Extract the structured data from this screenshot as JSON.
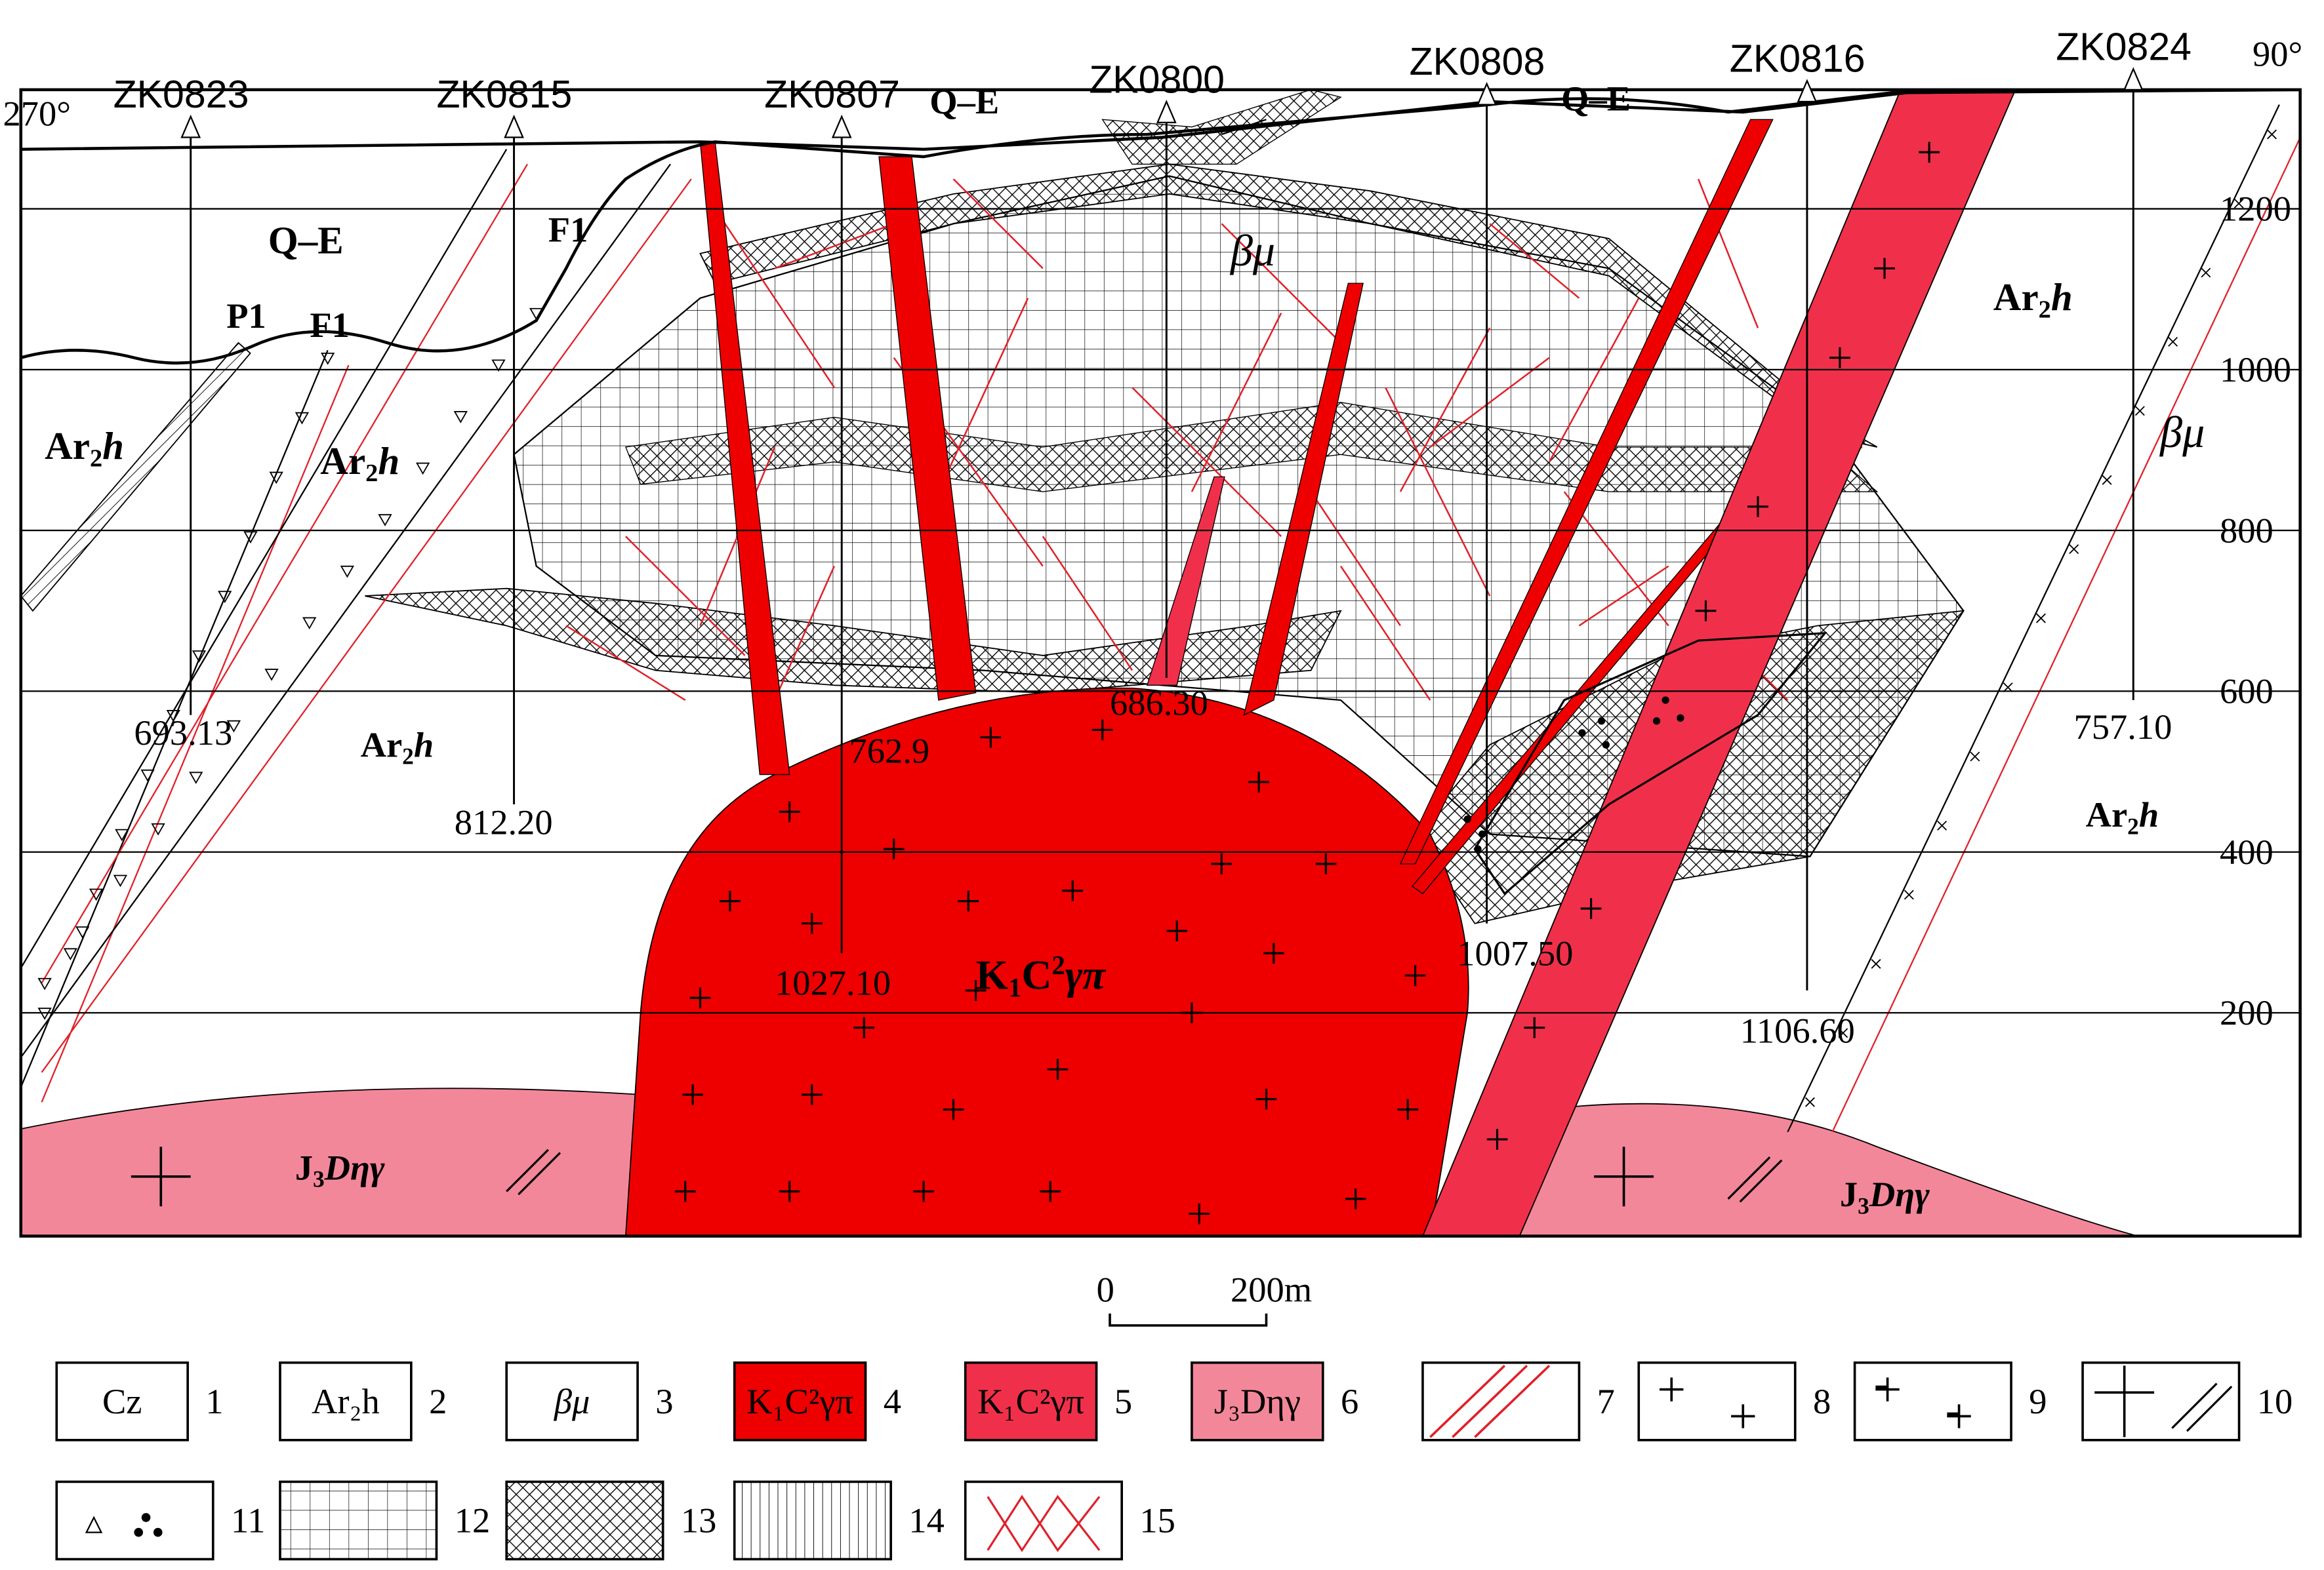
{
  "section": {
    "azimuth_left": "270°",
    "azimuth_right": "90°",
    "boreholes": [
      {
        "id": "ZK0823",
        "depth": "693.13"
      },
      {
        "id": "ZK0815",
        "depth": "812.20"
      },
      {
        "id": "ZK0807",
        "depth": "1027.10"
      },
      {
        "id": "ZK0800",
        "depth": "686.30"
      },
      {
        "id": "ZK0808",
        "depth": "1007.50"
      },
      {
        "id": "ZK0816",
        "depth": "1106.60"
      },
      {
        "id": "ZK0824",
        "depth": "757.10"
      }
    ],
    "extra_depth": "762.9",
    "elevations": [
      "1200",
      "1000",
      "800",
      "600",
      "400",
      "200"
    ],
    "unit_labels": {
      "qe": "Q–E",
      "fault": "F1",
      "p1": "P1",
      "ar_base": "Ar",
      "ar_sub": "2",
      "ar_ital": "h",
      "beta_mu": "βμ",
      "j3_base": "J",
      "j3_sub": "3",
      "j3_rest": "Dηγ",
      "k1_base": "K",
      "k1_sub": "1",
      "k1_c": "C",
      "k1_sup": "2",
      "k1_ital": "γπ"
    },
    "scale": {
      "zero": "0",
      "length": "200m"
    }
  },
  "legend": [
    {
      "num": "1",
      "label": "Cz",
      "pattern": "blank",
      "fill": "#ffffff"
    },
    {
      "num": "2",
      "label": "Ar₂h",
      "pattern": "blank",
      "fill": "#ffffff"
    },
    {
      "num": "3",
      "label": "βμ",
      "pattern": "blank",
      "fill": "#ffffff"
    },
    {
      "num": "4",
      "label": "K₁C²γπ",
      "pattern": "blank",
      "fill": "#ee0000"
    },
    {
      "num": "5",
      "label": "K₁C²γπ",
      "pattern": "blank",
      "fill": "#f0304a"
    },
    {
      "num": "6",
      "label": "J₃Dηγ",
      "pattern": "blank",
      "fill": "#f3879a"
    },
    {
      "num": "7",
      "label": "",
      "pattern": "redlines",
      "fill": "#ffffff"
    },
    {
      "num": "8",
      "label": "",
      "pattern": "plus",
      "fill": "#ffffff"
    },
    {
      "num": "9",
      "label": "",
      "pattern": "dashplus",
      "fill": "#ffffff"
    },
    {
      "num": "10",
      "label": "",
      "pattern": "crossslash",
      "fill": "#ffffff"
    },
    {
      "num": "11",
      "label": "",
      "pattern": "tridots",
      "fill": "#ffffff"
    },
    {
      "num": "12",
      "label": "",
      "pattern": "grid",
      "fill": "#ffffff"
    },
    {
      "num": "13",
      "label": "",
      "pattern": "crosshatch",
      "fill": "#ffffff"
    },
    {
      "num": "14",
      "label": "",
      "pattern": "vlines",
      "fill": "#ffffff"
    },
    {
      "num": "15",
      "label": "",
      "pattern": "redx",
      "fill": "#ffffff"
    }
  ],
  "colors": {
    "dark_red": "#ee0000",
    "mid_red": "#f0304a",
    "pink": "#f3879a",
    "vein_red": "#e0202a",
    "line": "#000000"
  }
}
